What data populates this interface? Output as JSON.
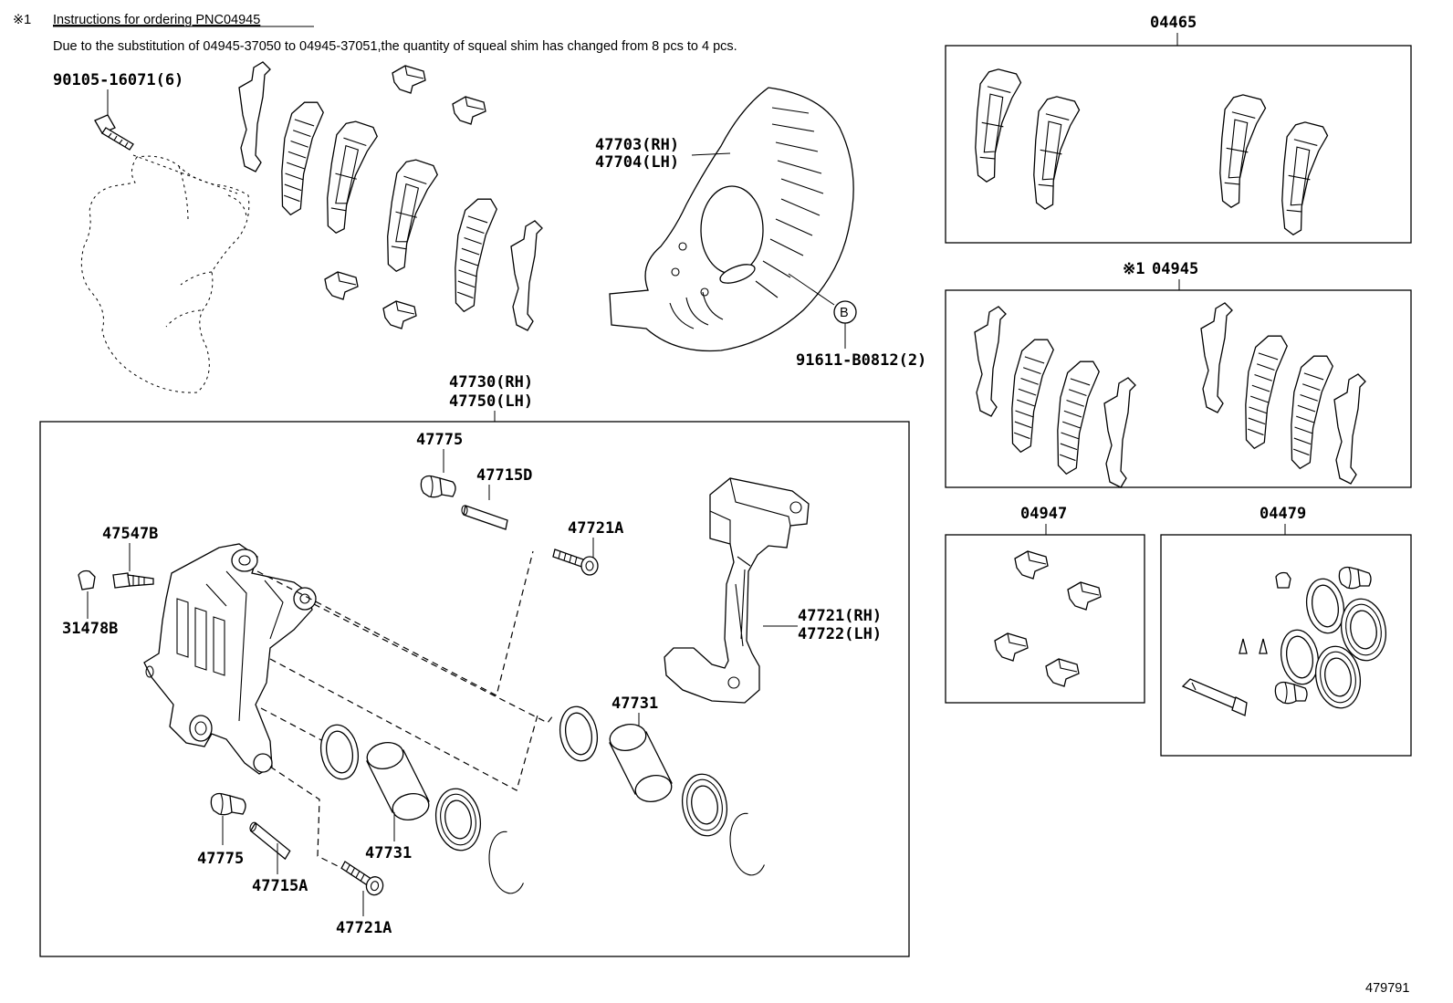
{
  "notice": {
    "marker": "※1",
    "title": "Instructions for ordering PNC04945",
    "body": "Due to the substitution of 04945-37050 to 04945-37051,the quantity of squeal shim has changed from 8 pcs to 4 pcs."
  },
  "labels": {
    "p90105": "90105-16071(6)",
    "p47703": "47703(RH)",
    "p47704": "47704(LH)",
    "circle_b": "B",
    "p91611": "91611-B0812(2)",
    "p47730": "47730(RH)",
    "p47750": "47750(LH)",
    "p47775_top": "47775",
    "p47715d": "47715D",
    "p47721a_top": "47721A",
    "p47547b": "47547B",
    "p31478b": "31478B",
    "p47721": "47721(RH)",
    "p47722": "47722(LH)",
    "p47731_right": "47731",
    "p47775_bottom": "47775",
    "p47715a": "47715A",
    "p47731_left": "47731",
    "p47721a_bottom": "47721A",
    "kit04465": "04465",
    "kit04945_marker": "※1",
    "kit04945": "04945",
    "kit04947": "04947",
    "kit04479": "04479",
    "figure_number": "479791"
  }
}
